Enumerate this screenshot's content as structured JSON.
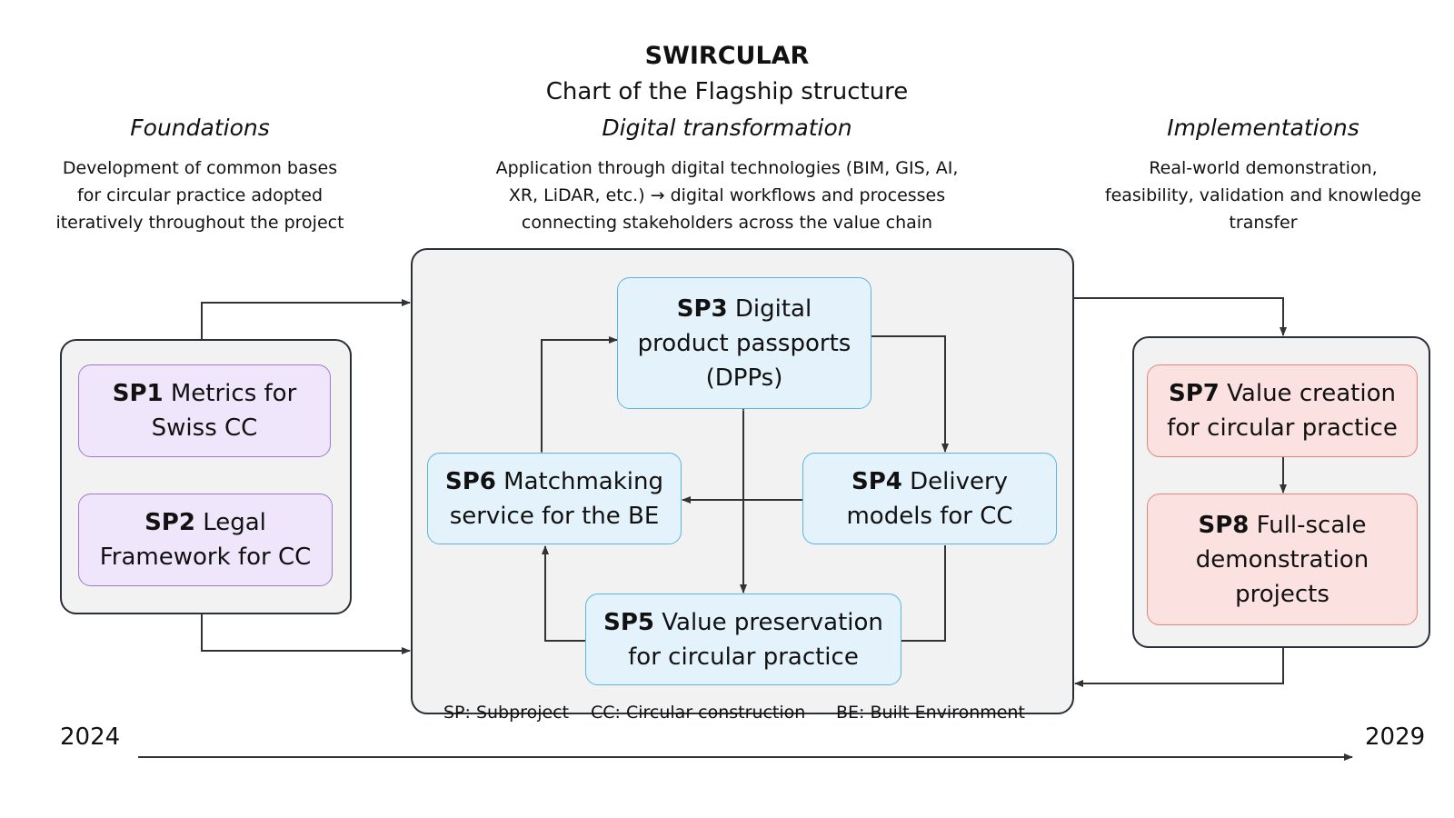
{
  "header": {
    "title": "SWIRCULAR",
    "subtitle": "Chart of the Flagship structure"
  },
  "columns": {
    "foundations": {
      "heading": "Foundations",
      "desc": [
        "Development of common bases",
        "for circular practice adopted",
        "iteratively throughout the project"
      ]
    },
    "digital": {
      "heading": "Digital transformation",
      "desc": [
        "Application through digital technologies (BIM, GIS, AI,",
        "XR, LiDAR, etc.) → digital workflows and processes",
        "connecting stakeholders across the value chain"
      ]
    },
    "implementations": {
      "heading": "Implementations",
      "desc": [
        "Real-world demonstration,",
        "feasibility, validation and knowledge",
        "transfer"
      ]
    }
  },
  "subprojects": {
    "sp1": {
      "code": "SP1",
      "lines": [
        " Metrics for",
        "Swiss CC"
      ]
    },
    "sp2": {
      "code": "SP2",
      "lines": [
        " Legal",
        "Framework for CC"
      ]
    },
    "sp3": {
      "code": "SP3",
      "lines": [
        " Digital",
        "product passports",
        "(DPPs)"
      ]
    },
    "sp4": {
      "code": "SP4",
      "lines": [
        " Delivery",
        "models for CC"
      ]
    },
    "sp5": {
      "code": "SP5",
      "lines": [
        " Value preservation",
        "for circular practice"
      ]
    },
    "sp6": {
      "code": "SP6",
      "lines": [
        " Matchmaking",
        "service for the BE"
      ]
    },
    "sp7": {
      "code": "SP7",
      "lines": [
        " Value creation",
        "for circular practice"
      ]
    },
    "sp8": {
      "code": "SP8",
      "lines": [
        " Full-scale",
        "demonstration",
        "projects"
      ]
    }
  },
  "legend": {
    "sp": "SP: Subproject",
    "cc": "CC: Circular construction",
    "be": "BE: Built Environment"
  },
  "timeline": {
    "start": "2024",
    "end": "2029"
  },
  "colors": {
    "purple_fill": "#f0e6fb",
    "purple_border": "#a277d6",
    "blue_fill": "#e4f2fb",
    "blue_border": "#5ab6e0",
    "red_fill": "#fbe1df",
    "red_border": "#e4847c",
    "group_fill": "#f2f2f2",
    "line": "#333333"
  }
}
